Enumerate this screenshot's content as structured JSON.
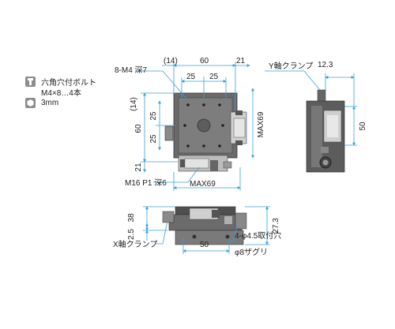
{
  "legend": {
    "bolt_line1": "六角穴付ボルト",
    "bolt_line2": "M4×8…4本",
    "wrench_size": "3mm",
    "bolt_icon": "hex-socket-bolt-icon",
    "wrench_icon": "hex-wrench-icon"
  },
  "top_view": {
    "tap_callout": "8-M4 深7",
    "dim_14_top": "(14)",
    "dim_60_top": "60",
    "dim_21_top": "21",
    "dim_25_top_a": "25",
    "dim_25_top_b": "25",
    "dim_14_left": "(14)",
    "dim_60_left": "60",
    "dim_25_left_a": "25",
    "dim_25_left_b": "25",
    "dim_21_left": "21",
    "max_right": "MAX69",
    "feed_screw": "M16 P1 深6",
    "max_bottom": "MAX69"
  },
  "side_view": {
    "y_clamp": "Y軸クランプ",
    "dim_12_3": "12.3",
    "dim_50": "50"
  },
  "front_view": {
    "dim_38": "38",
    "dim_2_5": "2.5",
    "dim_27_3": "27.3",
    "dim_50": "50",
    "x_clamp": "X軸クランプ",
    "mount_holes": "4-φ4.5取付穴",
    "counterbore": "φ8ザグリ"
  },
  "colors": {
    "dimension_line": "#3aa0d8",
    "body_dark": "#555555",
    "body_light": "#bdbdbd",
    "background": "#ffffff"
  }
}
